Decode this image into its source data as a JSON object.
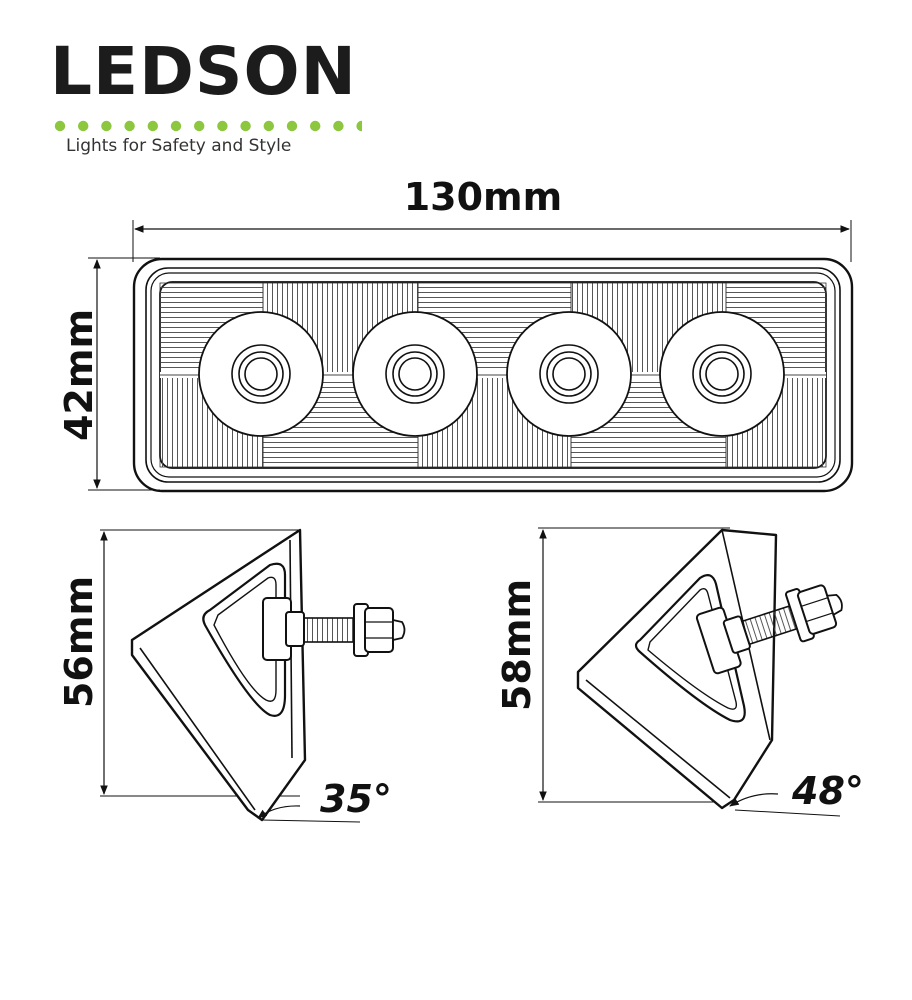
{
  "brand": {
    "name": "LEDSON",
    "tagline": "Lights for Safety and Style",
    "accent_color": "#8dc63f"
  },
  "dimensions": {
    "width": "130mm",
    "height": "42mm",
    "side_left_height": "56mm",
    "side_right_height": "58mm",
    "angle_left": "35°",
    "angle_right": "48°"
  },
  "lamp": {
    "led_count": 4
  }
}
